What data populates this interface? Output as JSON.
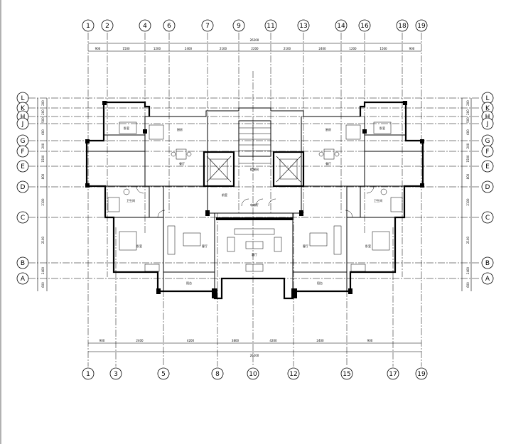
{
  "grid_top": [
    "1",
    "2",
    "4",
    "6",
    "7",
    "9",
    "11",
    "13",
    "14",
    "16",
    "18",
    "19"
  ],
  "grid_bottom": [
    "1",
    "3",
    "5",
    "8",
    "10",
    "12",
    "15",
    "17",
    "19"
  ],
  "grid_rows": [
    "L",
    "K",
    "H",
    "J",
    "G",
    "F",
    "E",
    "D",
    "C",
    "B",
    "A"
  ],
  "dim_top_total": "26200",
  "dim_bottom_total": "26200",
  "dims_top": [
    "900",
    "1500",
    "1200",
    "2400",
    "2100",
    "2200",
    "2100",
    "2400",
    "1200",
    "1500",
    "900"
  ],
  "dims_bottom": [
    "900",
    "2400",
    "4200",
    "3800",
    "4200",
    "2400",
    "900"
  ],
  "dims_left": [
    "200",
    "200",
    "500",
    "600",
    "200",
    "1500",
    "800",
    "2100",
    "2100",
    "2400",
    "600"
  ],
  "dims_right": [
    "200",
    "200",
    "500",
    "600",
    "200",
    "1500",
    "800",
    "2100",
    "2100",
    "2400",
    "600"
  ],
  "rooms": {
    "bed_tl": "卧室",
    "bed_tr": "卧室",
    "kit_l": "厨房",
    "kit_r": "厨房",
    "dine_l": "餐厅",
    "dine_r": "餐厅",
    "liv_l": "客厅",
    "liv_c": "客厅",
    "liv_r": "客厅",
    "bal_l": "阳台",
    "bal_r": "阳台",
    "wc_l": "卫生间",
    "wc_r": "卫生间",
    "bed_bl": "卧室",
    "bed_br": "卧室",
    "stair": "楼梯间",
    "lobby": "前室",
    "hall": "电梯厅"
  },
  "colors": {
    "ink": "#000000",
    "paper": "#ffffff"
  }
}
